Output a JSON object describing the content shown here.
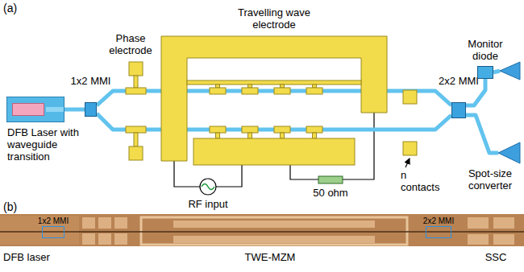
{
  "diagram": {
    "nodes": [
      {
        "text": [
          "DFB Laser with waveguide transition"
        ]
      },
      {
        "text": [
          "1x2 MMI"
        ]
      },
      {
        "text": [
          "2x2 MMI"
        ]
      },
      {
        "text": [
          "Monitor diode"
        ]
      },
      {
        "text": [
          "1x2 MMI"
        ]
      },
      {
        "text": [
          "2x2 MMI"
        ]
      }
    ],
    "edges": [
      {
        "from": 0,
        "to": 1,
        "arrow": "none"
      },
      {
        "from": 1,
        "to": 2,
        "arrow": "none"
      },
      {
        "from": 1,
        "to": 2,
        "arrow": "none"
      },
      {
        "from": 2,
        "to": 3,
        "arrow": "none"
      }
    ],
    "labels": [
      "(a)",
      "Phase electrode",
      "Travelling wave electrode",
      "RF input",
      "50 ohm",
      "n contacts",
      "Spot-size converter",
      "(b)",
      "DFB laser",
      "TWE-MZM",
      "SSC"
    ]
  }
}
